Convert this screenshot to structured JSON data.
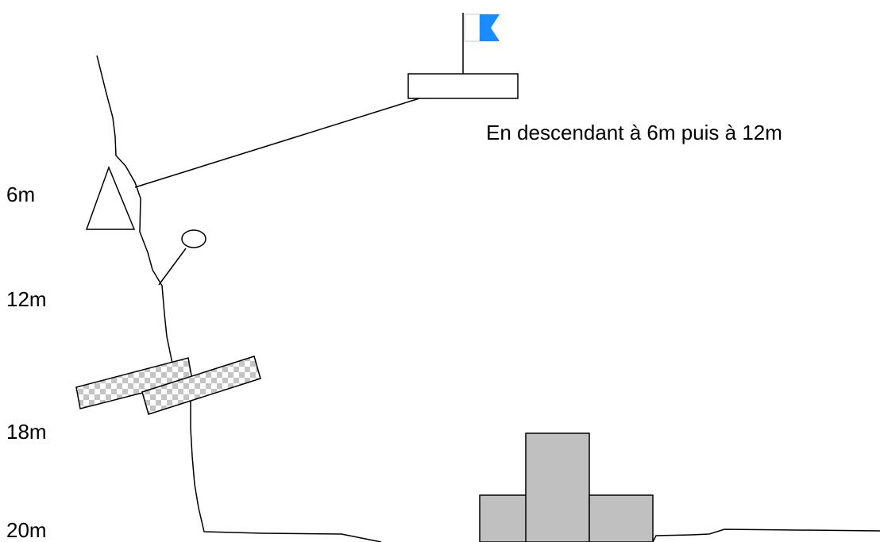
{
  "caption": "En descendant à 6m puis à 12m",
  "depth_labels": {
    "d6": "6m",
    "d12": "12m",
    "d18": "18m",
    "d20": "20m"
  },
  "colors": {
    "flag": "#1a8cff",
    "stone": "#c0c0c0",
    "checker": "#c4c4c4",
    "line": "#000000"
  }
}
